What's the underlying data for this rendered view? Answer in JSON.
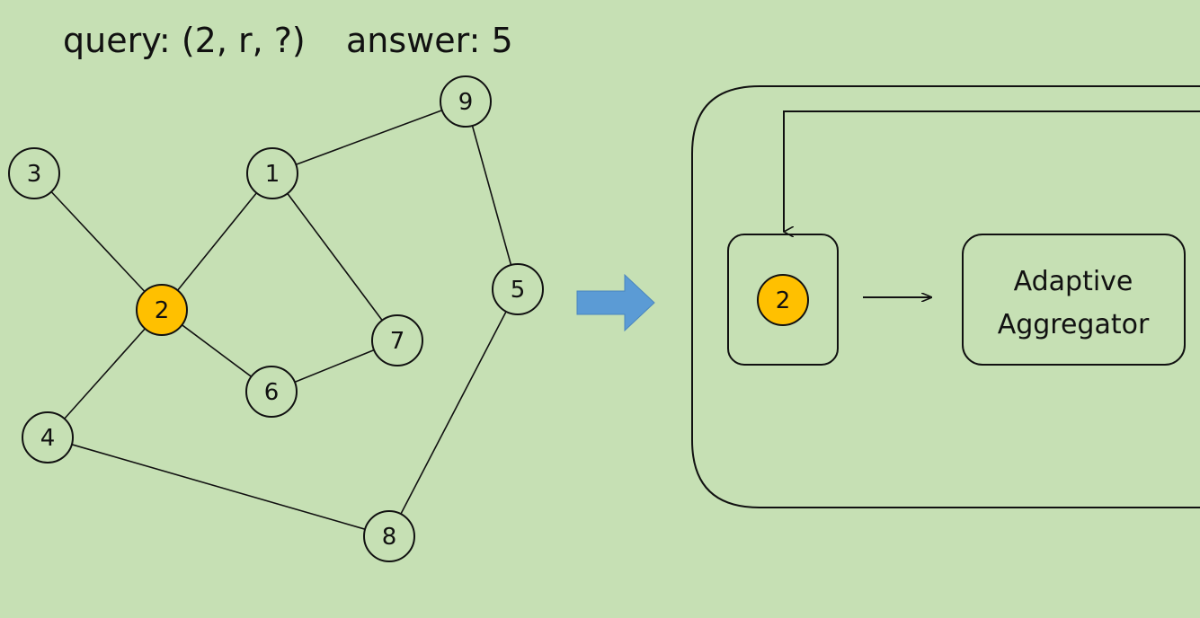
{
  "header": {
    "query": "query: (2, r, ?)",
    "answer": "answer: 5"
  },
  "graph": {
    "nodes": [
      {
        "id": "1",
        "label": "1"
      },
      {
        "id": "2",
        "label": "2",
        "highlight": true
      },
      {
        "id": "3",
        "label": "3"
      },
      {
        "id": "4",
        "label": "4"
      },
      {
        "id": "5",
        "label": "5"
      },
      {
        "id": "6",
        "label": "6"
      },
      {
        "id": "7",
        "label": "7"
      },
      {
        "id": "8",
        "label": "8"
      },
      {
        "id": "9",
        "label": "9"
      }
    ],
    "edges": [
      [
        "3",
        "2"
      ],
      [
        "2",
        "1"
      ],
      [
        "2",
        "6"
      ],
      [
        "2",
        "4"
      ],
      [
        "1",
        "9"
      ],
      [
        "1",
        "7"
      ],
      [
        "7",
        "6"
      ],
      [
        "9",
        "5"
      ],
      [
        "5",
        "8"
      ],
      [
        "4",
        "8"
      ]
    ]
  },
  "pipeline": {
    "query_node_label": "2",
    "aggregator_label_line1": "Adaptive",
    "aggregator_label_line2": "Aggregator"
  },
  "colors": {
    "background": "#c6e0b4",
    "highlight_node": "#ffc000",
    "transition_arrow": "#5b9bd5"
  }
}
